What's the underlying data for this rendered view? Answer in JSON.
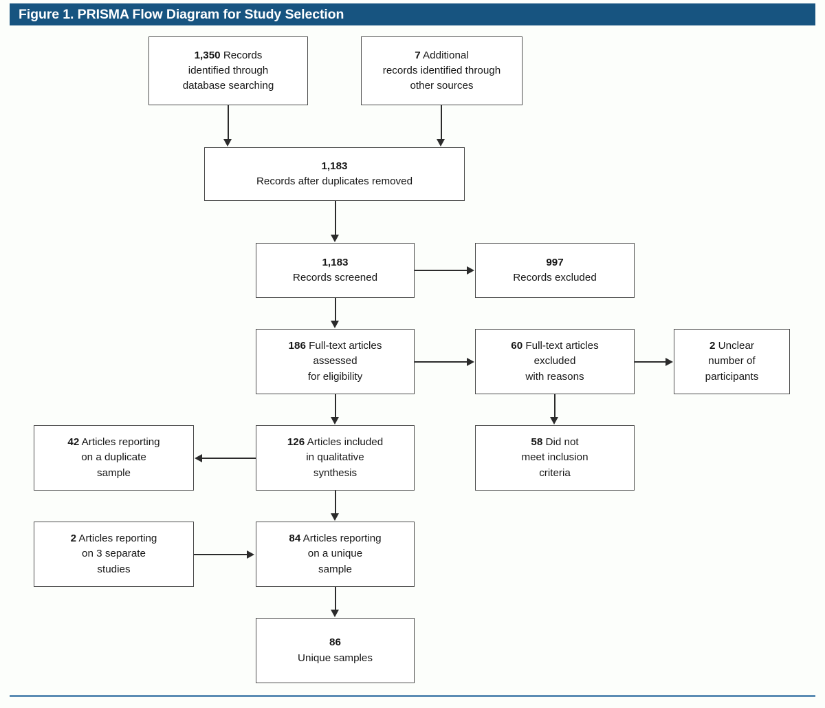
{
  "figure": {
    "title": "Figure 1. PRISMA Flow Diagram for Study Selection",
    "banner_color": "#175480",
    "footer_rule_color": "#5b8cb4"
  },
  "chart_data": {
    "type": "diagram",
    "title": "Figure 1. PRISMA Flow Diagram for Study Selection",
    "nodes": [
      {
        "id": "records-identified",
        "count": "1,350",
        "label": "Records",
        "lines": [
          "identified through",
          "database searching"
        ]
      },
      {
        "id": "additional-records",
        "count": "7",
        "label": "Additional",
        "lines": [
          "records identified through",
          "other sources"
        ]
      },
      {
        "id": "duplicates-removed",
        "count": "1,183",
        "label": "",
        "lines": [
          "Records after duplicates removed"
        ]
      },
      {
        "id": "records-screened",
        "count": "1,183",
        "label": "",
        "lines": [
          "Records screened"
        ]
      },
      {
        "id": "records-excluded",
        "count": "997",
        "label": "",
        "lines": [
          "Records excluded"
        ]
      },
      {
        "id": "fulltext-assessed",
        "count": "186",
        "label": "Full-text articles",
        "lines": [
          "assessed",
          "for eligibility"
        ]
      },
      {
        "id": "fulltext-excluded",
        "count": "60",
        "label": "Full-text articles",
        "lines": [
          "excluded",
          "with reasons"
        ]
      },
      {
        "id": "unclear-participants",
        "count": "2",
        "label": "Unclear",
        "lines": [
          "number of",
          "participants"
        ]
      },
      {
        "id": "did-not-meet-criteria",
        "count": "58",
        "label": "Did not",
        "lines": [
          "meet inclusion",
          "criteria"
        ]
      },
      {
        "id": "qualitative-synthesis",
        "count": "126",
        "label": "Articles included",
        "lines": [
          "in qualitative",
          "synthesis"
        ]
      },
      {
        "id": "duplicate-sample",
        "count": "42",
        "label": "Articles reporting",
        "lines": [
          "on a duplicate",
          "sample"
        ]
      },
      {
        "id": "separate-studies",
        "count": "2",
        "label": "Articles reporting",
        "lines": [
          "on 3 separate",
          "studies"
        ]
      },
      {
        "id": "unique-sample",
        "count": "84",
        "label": "Articles reporting",
        "lines": [
          "on a unique",
          "sample"
        ]
      },
      {
        "id": "unique-samples-total",
        "count": "86",
        "label": "",
        "lines": [
          "Unique samples"
        ]
      }
    ],
    "edges": [
      {
        "from": "records-identified",
        "to": "duplicates-removed",
        "direction": "down"
      },
      {
        "from": "additional-records",
        "to": "duplicates-removed",
        "direction": "down"
      },
      {
        "from": "duplicates-removed",
        "to": "records-screened",
        "direction": "down"
      },
      {
        "from": "records-screened",
        "to": "records-excluded",
        "direction": "right"
      },
      {
        "from": "records-screened",
        "to": "fulltext-assessed",
        "direction": "down"
      },
      {
        "from": "fulltext-assessed",
        "to": "fulltext-excluded",
        "direction": "right"
      },
      {
        "from": "fulltext-excluded",
        "to": "unclear-participants",
        "direction": "right"
      },
      {
        "from": "fulltext-excluded",
        "to": "did-not-meet-criteria",
        "direction": "down"
      },
      {
        "from": "fulltext-assessed",
        "to": "qualitative-synthesis",
        "direction": "down"
      },
      {
        "from": "qualitative-synthesis",
        "to": "duplicate-sample",
        "direction": "left"
      },
      {
        "from": "qualitative-synthesis",
        "to": "unique-sample",
        "direction": "down"
      },
      {
        "from": "separate-studies",
        "to": "unique-sample",
        "direction": "right"
      },
      {
        "from": "unique-sample",
        "to": "unique-samples-total",
        "direction": "down"
      }
    ]
  },
  "boxes": {
    "records_identified": {
      "count": "1,350",
      "rest": " Records",
      "line2": "identified through",
      "line3": "database searching"
    },
    "additional_records": {
      "count": "7",
      "rest": " Additional",
      "line2": "records identified through",
      "line3": "other sources"
    },
    "duplicates_removed": {
      "count": "1,183",
      "line2": "Records after duplicates removed"
    },
    "records_screened": {
      "count": "1,183",
      "line2": "Records screened"
    },
    "records_excluded": {
      "count": "997",
      "line2": "Records excluded"
    },
    "fulltext_assessed": {
      "count": "186",
      "rest": " Full-text articles",
      "line2": "assessed",
      "line3": "for eligibility"
    },
    "fulltext_excluded": {
      "count": "60",
      "rest": " Full-text articles",
      "line2": "excluded",
      "line3": "with reasons"
    },
    "unclear_participants": {
      "count": "2",
      "rest": " Unclear",
      "line2": "number of",
      "line3": "participants"
    },
    "did_not_meet": {
      "count": "58",
      "rest": " Did not",
      "line2": "meet inclusion",
      "line3": "criteria"
    },
    "qualitative_synthesis": {
      "count": "126",
      "rest": " Articles included",
      "line2": "in qualitative",
      "line3": "synthesis"
    },
    "duplicate_sample": {
      "count": "42",
      "rest": " Articles reporting",
      "line2": "on a duplicate",
      "line3": "sample"
    },
    "separate_studies": {
      "count": "2",
      "rest": " Articles reporting",
      "line2": "on 3 separate",
      "line3": "studies"
    },
    "unique_sample": {
      "count": "84",
      "rest": " Articles reporting",
      "line2": "on a unique",
      "line3": "sample"
    },
    "unique_samples_total": {
      "count": "86",
      "line2": "Unique samples"
    }
  }
}
